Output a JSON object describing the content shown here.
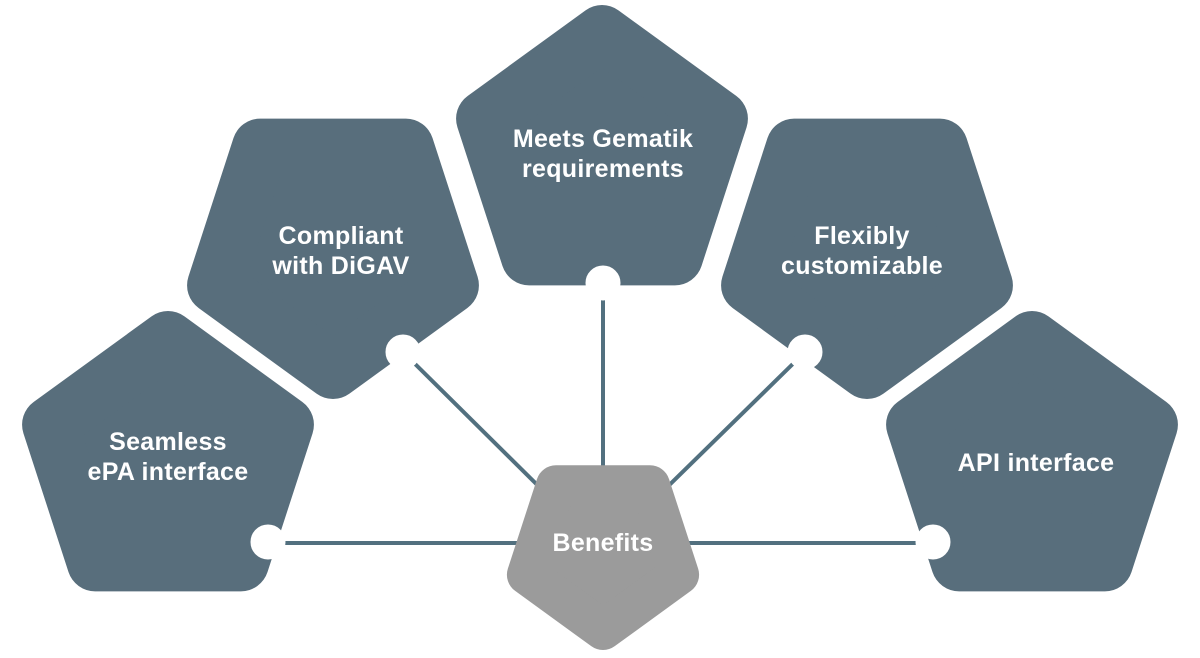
{
  "diagram": {
    "center": {
      "label": "Benefits"
    },
    "nodes": [
      {
        "id": "seamless-epa-interface",
        "lines": [
          "Seamless",
          "ePA interface"
        ]
      },
      {
        "id": "compliant-with-digav",
        "lines": [
          "Compliant",
          "with DiGAV"
        ]
      },
      {
        "id": "meets-gematik-requirements",
        "lines": [
          "Meets Gematik",
          "requirements"
        ]
      },
      {
        "id": "flexibly-customizable",
        "lines": [
          "Flexibly",
          "customizable"
        ]
      },
      {
        "id": "api-interface",
        "lines": [
          "API interface"
        ]
      }
    ],
    "colors": {
      "node_fill": "#586E7C",
      "center_fill": "#9B9B9B",
      "connector": "#52707F",
      "port": "#FFFFFF",
      "label_text": "#FFFFFF",
      "background": "#FFFFFF"
    }
  }
}
